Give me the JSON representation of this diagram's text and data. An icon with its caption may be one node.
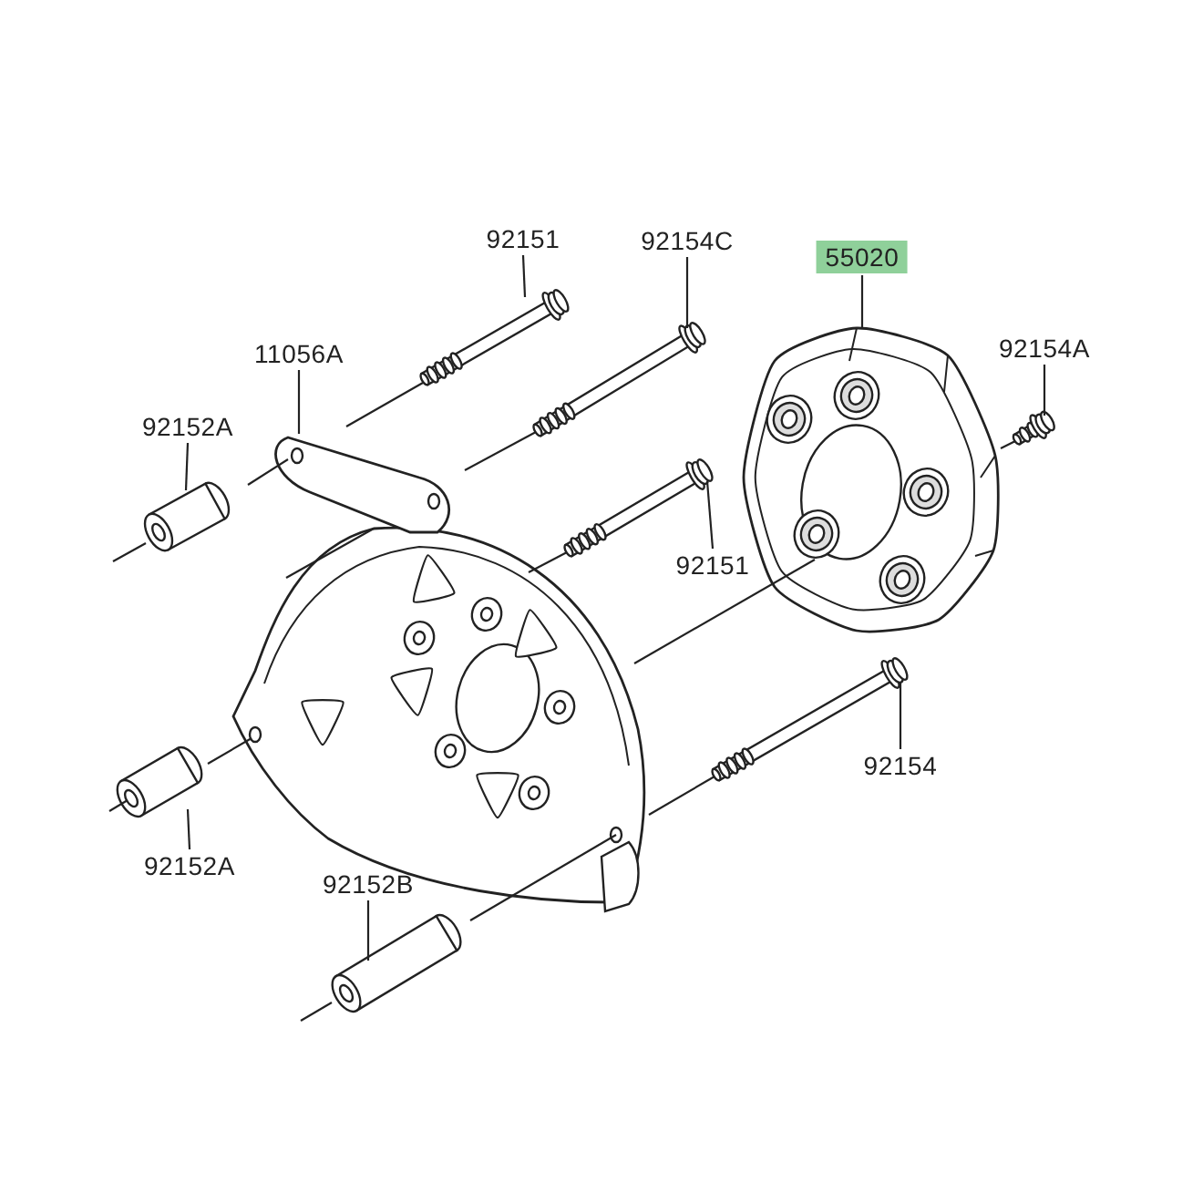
{
  "diagram": {
    "nodes": [
      {
        "text": [
          "92151"
        ]
      },
      {
        "text": [],
        "shape": "picture"
      },
      {
        "text": [
          "92154C"
        ]
      },
      {
        "text": [],
        "shape": "picture"
      },
      {
        "text": [
          "55020"
        ]
      },
      {
        "text": [],
        "shape": "picture"
      },
      {
        "text": [
          "11056A"
        ]
      },
      {
        "text": [],
        "shape": "picture"
      },
      {
        "text": [
          "92152A"
        ]
      },
      {
        "text": [],
        "shape": "picture"
      },
      {
        "text": [
          "92154A"
        ]
      },
      {
        "text": [],
        "shape": "picture"
      },
      {
        "text": [
          "92151"
        ]
      },
      {
        "text": [],
        "shape": "picture"
      },
      {
        "text": [
          "92152A"
        ]
      },
      {
        "text": [],
        "shape": "picture"
      },
      {
        "text": [
          "92154"
        ]
      },
      {
        "text": [],
        "shape": "picture"
      },
      {
        "text": [
          "92152B"
        ]
      },
      {
        "text": [],
        "shape": "picture"
      }
    ],
    "edges": [
      {
        "from": 0,
        "to": 1,
        "arrow": "none"
      },
      {
        "from": 2,
        "to": 3,
        "arrow": "none"
      },
      {
        "from": 4,
        "to": 5,
        "arrow": "none"
      },
      {
        "from": 6,
        "to": 7,
        "arrow": "none"
      },
      {
        "from": 8,
        "to": 9,
        "arrow": "none"
      },
      {
        "from": 10,
        "to": 11,
        "arrow": "none"
      },
      {
        "from": 12,
        "to": 13,
        "arrow": "none"
      },
      {
        "from": 14,
        "to": 15,
        "arrow": "none"
      },
      {
        "from": 16,
        "to": 17,
        "arrow": "none"
      },
      {
        "from": 18,
        "to": 19,
        "arrow": "none"
      },
      {
        "from": 1,
        "to": 7,
        "arrow": "none"
      },
      {
        "from": 7,
        "to": 9,
        "arrow": "none"
      },
      {
        "from": 9,
        "to": null,
        "arrow": "none"
      },
      {
        "from": 3,
        "to": 7,
        "arrow": "none"
      },
      {
        "from": 13,
        "to": 7,
        "arrow": "none"
      },
      {
        "from": 5,
        "to": 7,
        "arrow": "none"
      },
      {
        "from": 17,
        "to": 7,
        "arrow": "none"
      },
      {
        "from": 7,
        "to": 19,
        "arrow": "none"
      },
      {
        "from": 19,
        "to": null,
        "arrow": "none"
      },
      {
        "from": 15,
        "to": 7,
        "arrow": "none"
      },
      {
        "from": 15,
        "to": null,
        "arrow": "none"
      },
      {
        "from": 11,
        "to": 5,
        "arrow": "none"
      },
      {
        "from": 7,
        "to": null,
        "arrow": "none"
      }
    ]
  }
}
